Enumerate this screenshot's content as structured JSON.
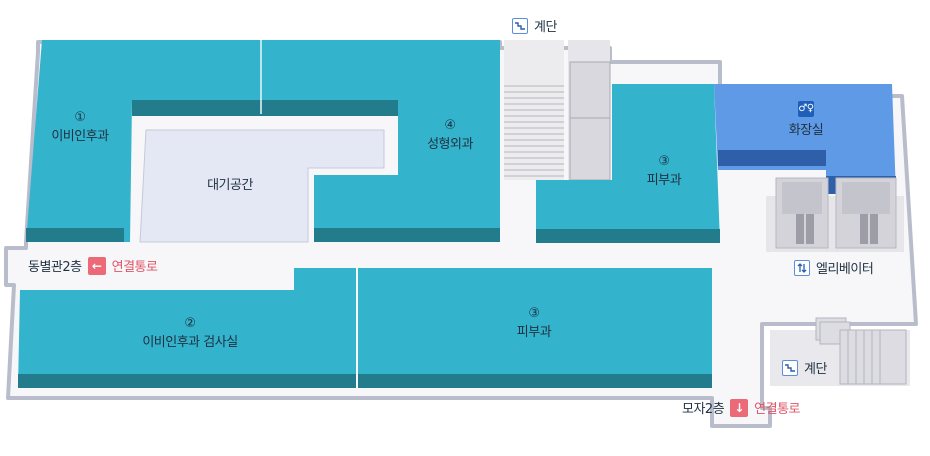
{
  "rooms": {
    "ent1": {
      "number": "①",
      "name": "이비인후과"
    },
    "ent2": {
      "number": "②",
      "name": "이비인후과 검사실"
    },
    "derm_top": {
      "number": "③",
      "name": "피부과"
    },
    "derm_bottom": {
      "number": "③",
      "name": "피부과"
    },
    "plastic": {
      "number": "④",
      "name": "성형외과"
    },
    "waiting": {
      "name": "대기공간"
    },
    "restroom": {
      "name": "화장실"
    }
  },
  "facilities": {
    "stairs_top": "계단",
    "stairs_bottom": "계단",
    "elevator": "엘리베이터"
  },
  "connections": {
    "east": {
      "label": "동별관2층",
      "passage": "연결통로",
      "direction": "left"
    },
    "south": {
      "label": "모자2층",
      "passage": "연결통로",
      "direction": "down"
    }
  },
  "colors": {
    "room": "#33b3cc",
    "room_shadow": "#237c8c",
    "restroom": "#5f9ae6",
    "restroom_shadow": "#2e5fa8",
    "waiting": "#e4e8f4",
    "corridor_outline": "#b9bdcb",
    "accent_arrow": "#ec6a78"
  }
}
